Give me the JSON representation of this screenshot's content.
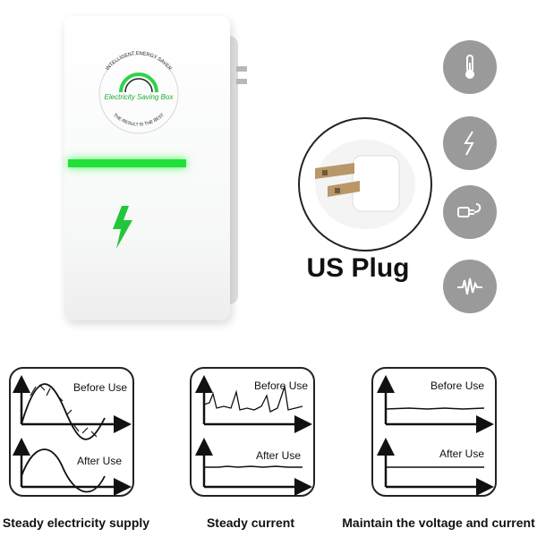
{
  "device": {
    "logo_top_text": "INTELLIGENT ENERGY SAVER",
    "logo_middle_text": "Electricity Saving Box",
    "logo_bottom_text": "THE RESULT IS THE BEST"
  },
  "plug": {
    "title": "US Plug"
  },
  "features": [
    {
      "icon": "thermometer-icon"
    },
    {
      "icon": "lightning-icon"
    },
    {
      "icon": "plug-socket-icon"
    },
    {
      "icon": "waveform-icon"
    }
  ],
  "panels": [
    {
      "before_label": "Before Use",
      "after_label": "After Use",
      "caption": "Steady electricity supply"
    },
    {
      "before_label": "Before Use",
      "after_label": "After Use",
      "caption": "Steady current"
    },
    {
      "before_label": "Before Use",
      "after_label": "After Use",
      "caption": "Maintain the voltage and current"
    }
  ],
  "colors": {
    "indicator_green": "#22e03a",
    "icon_gray": "#9a9a9a"
  }
}
